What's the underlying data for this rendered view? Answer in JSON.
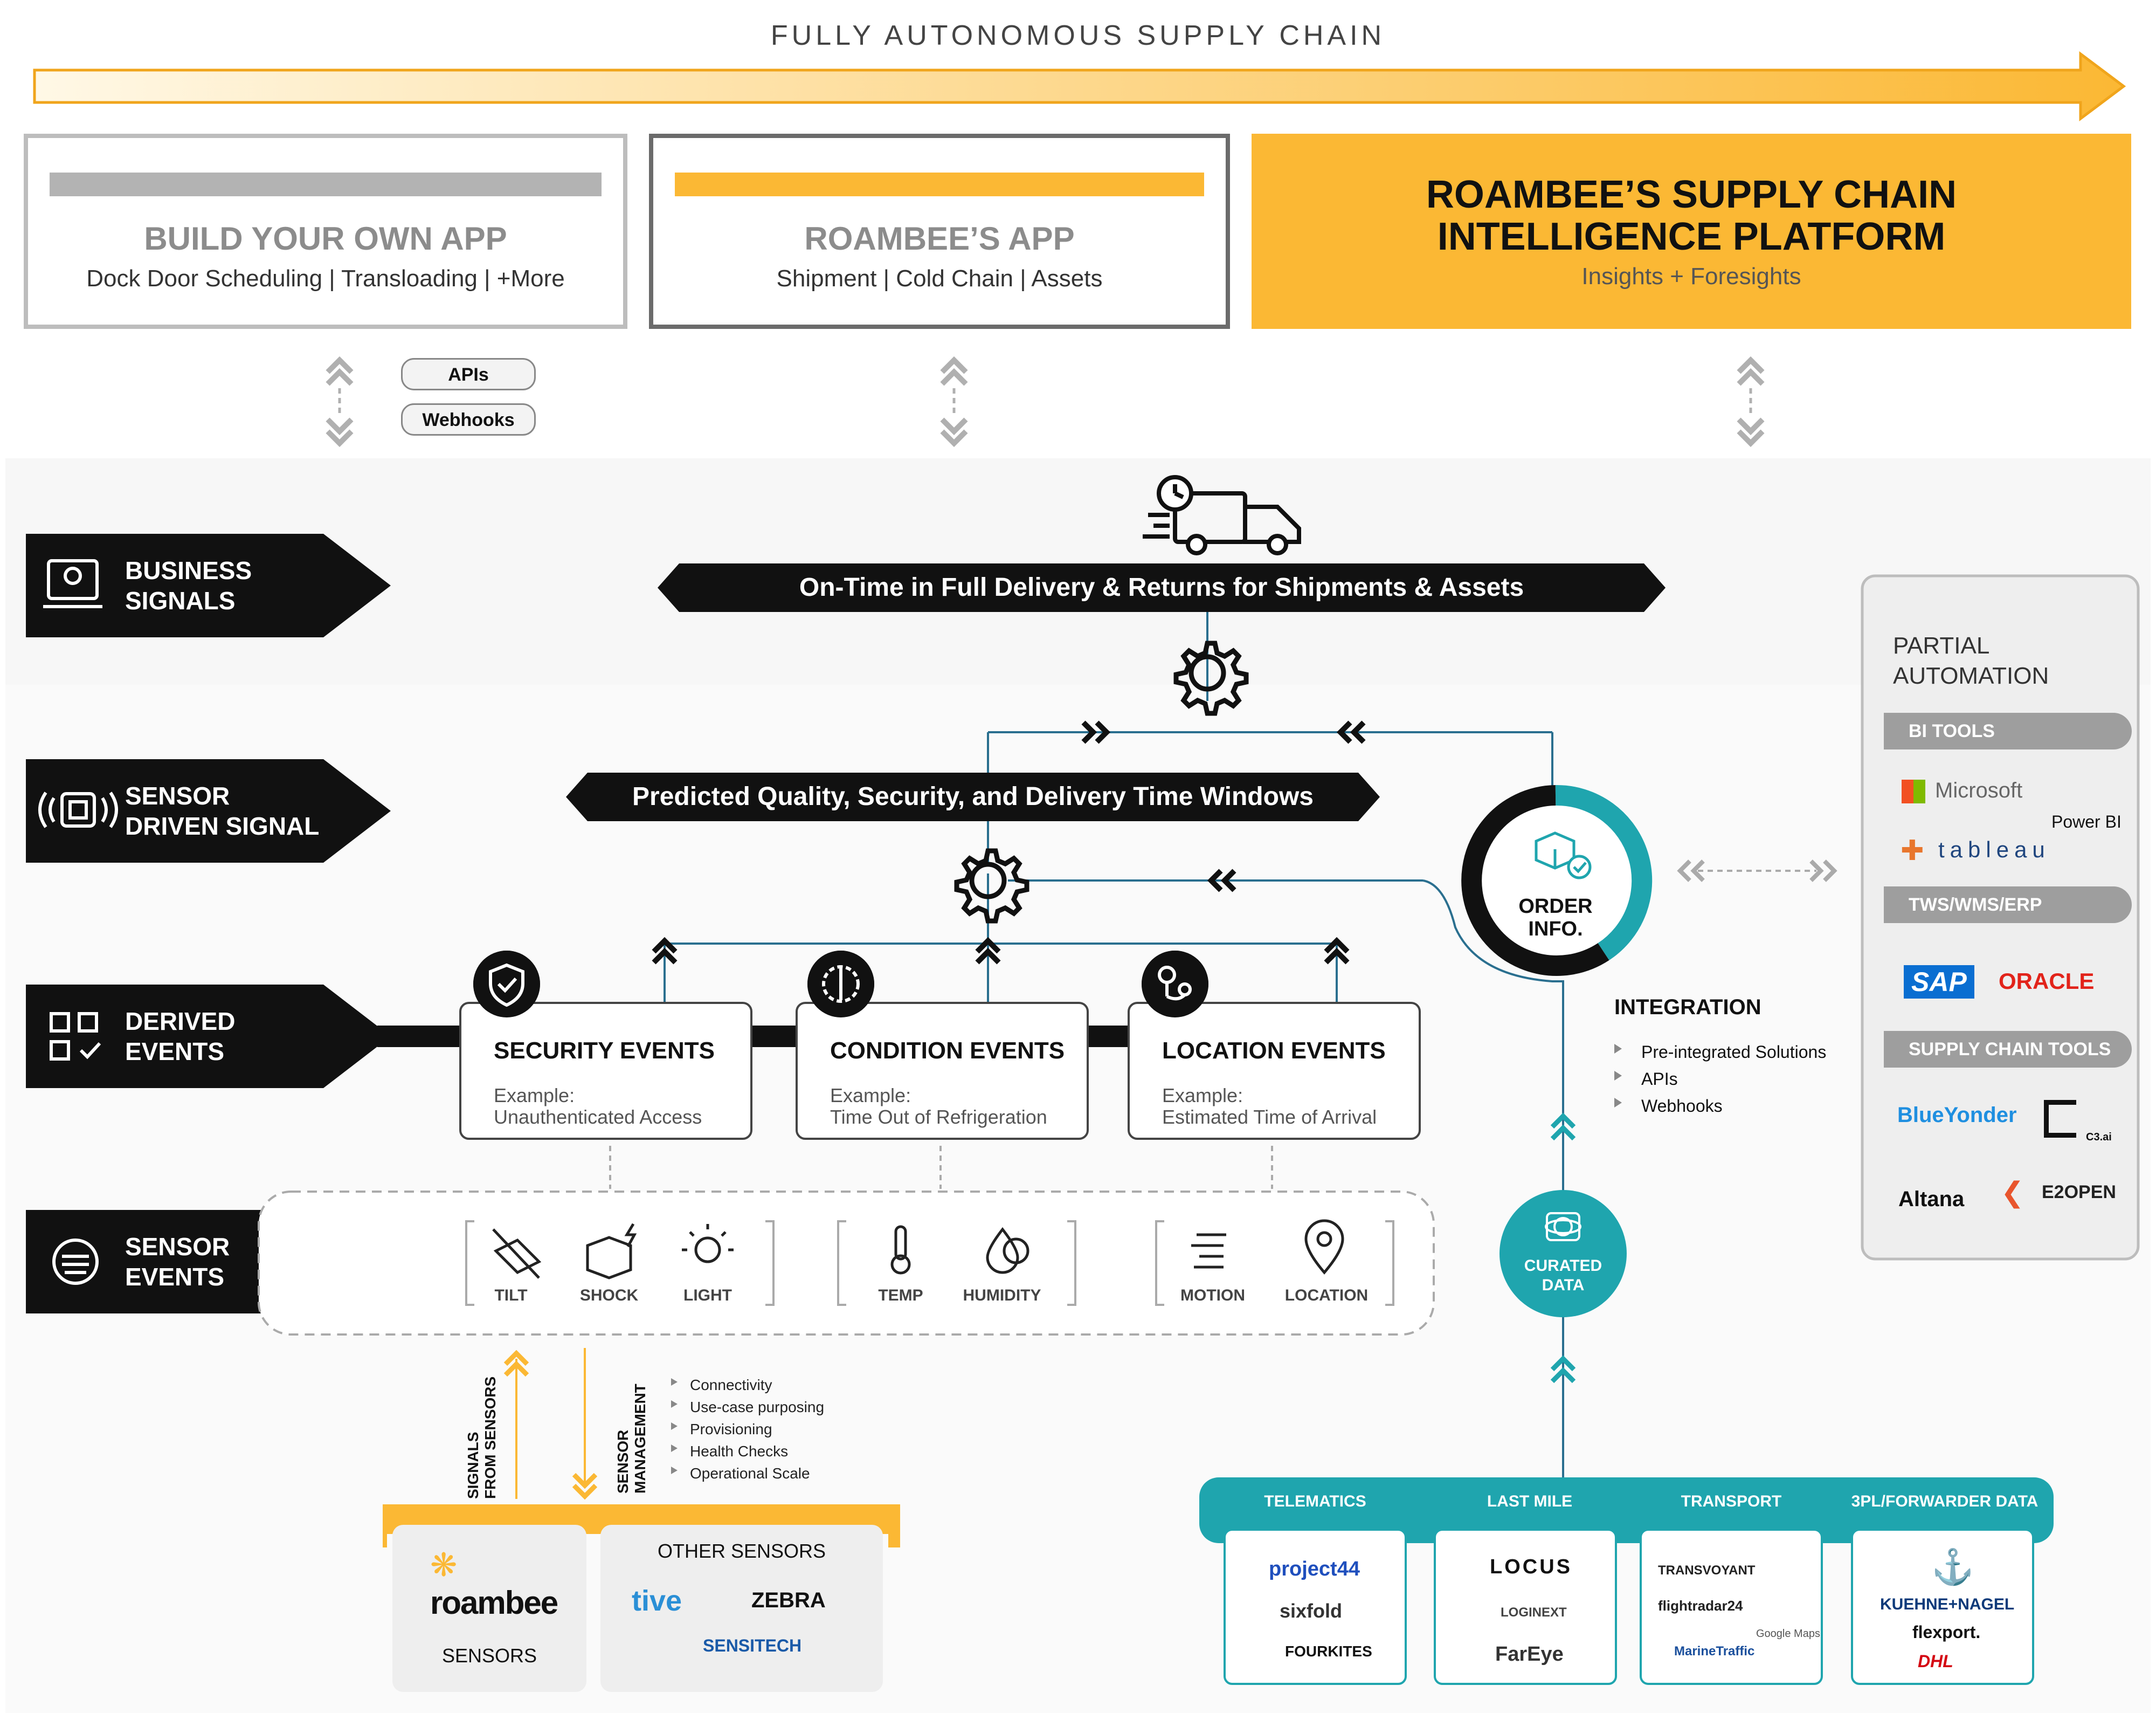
{
  "header": {
    "title": "FULLY AUTONOMOUS SUPPLY CHAIN"
  },
  "top_cards": [
    {
      "title": "BUILD YOUR OWN APP",
      "subtitle": "Dock Door Scheduling | Transloading | +More"
    },
    {
      "title": "ROAMBEE’S APP",
      "subtitle": "Shipment | Cold Chain | Assets"
    },
    {
      "title_line1": "ROAMBEE’S SUPPLY CHAIN",
      "title_line2": "INTELLIGENCE PLATFORM",
      "subtitle": "Insights + Foresights"
    }
  ],
  "connectors": {
    "apis": "APIs",
    "webhooks": "Webhooks"
  },
  "left_tabs": [
    {
      "line1": "BUSINESS",
      "line2": "SIGNALS"
    },
    {
      "line1": "SENSOR",
      "line2": "DRIVEN SIGNAL"
    },
    {
      "line1": "DERIVED",
      "line2": "EVENTS"
    },
    {
      "line1": "SENSOR",
      "line2": "EVENTS"
    }
  ],
  "bands": {
    "business": "On-Time in Full Delivery & Returns for Shipments & Assets",
    "predicted": "Predicted Quality, Security, and Delivery Time Windows"
  },
  "order_info": {
    "line1": "ORDER",
    "line2": "INFO."
  },
  "integration": {
    "title": "INTEGRATION",
    "items": [
      "Pre-integrated Solutions",
      "APIs",
      "Webhooks"
    ]
  },
  "derived_events": [
    {
      "title": "SECURITY EVENTS",
      "example_label": "Example:",
      "example": "Unauthenticated Access"
    },
    {
      "title": "CONDITION EVENTS",
      "example_label": "Example:",
      "example": "Time Out of Refrigeration"
    },
    {
      "title": "LOCATION EVENTS",
      "example_label": "Example:",
      "example": "Estimated Time of Arrival"
    }
  ],
  "sensor_events": [
    "TILT",
    "SHOCK",
    "LIGHT",
    "TEMP",
    "HUMIDITY",
    "MOTION",
    "LOCATION"
  ],
  "curated": {
    "line1": "CURATED",
    "line2": "DATA"
  },
  "signals_label": {
    "line1": "SIGNALS",
    "line2": "FROM SENSORS"
  },
  "mgmt_label": {
    "line1": "SENSOR",
    "line2": "MANAGEMENT"
  },
  "mgmt_items": [
    "Connectivity",
    "Use-case purposing",
    "Provisioning",
    "Health Checks",
    "Operational Scale"
  ],
  "sensors": {
    "roambee_logo": "roambee",
    "roambee_label": "SENSORS",
    "other_title": "OTHER SENSORS",
    "other_logos": [
      "tive",
      "ZEBRA",
      "SENSITECH"
    ]
  },
  "data_sources": [
    {
      "title": "TELEMATICS",
      "logos": [
        "project44",
        "sixfold",
        "FOURKITES"
      ]
    },
    {
      "title": "LAST MILE",
      "logos": [
        "LOCUS",
        "LOGINEXT",
        "FarEye"
      ]
    },
    {
      "title": "TRANSPORT",
      "logos": [
        "TRANSVOYANT",
        "flightradar24",
        "Google Maps",
        "MarineTraffic"
      ]
    },
    {
      "title": "3PL/FORWARDER DATA",
      "logos": [
        "KUEHNE+NAGEL",
        "flexport.",
        "DHL"
      ]
    }
  ],
  "partial_automation": {
    "title_line1": "PARTIAL",
    "title_line2": "AUTOMATION",
    "groups": [
      {
        "name": "BI TOOLS",
        "logos": [
          "Microsoft",
          "Power BI",
          "tableau"
        ]
      },
      {
        "name": "TWS/WMS/ERP",
        "logos": [
          "SAP",
          "ORACLE"
        ]
      },
      {
        "name": "SUPPLY CHAIN TOOLS",
        "logos": [
          "BlueYonder",
          "C3.ai",
          "Altana",
          "E2OPEN"
        ]
      }
    ]
  },
  "colors": {
    "accent": "#fbb834",
    "teal": "#1fa5ae",
    "dark": "#111111",
    "gray": "#9e9e9e"
  }
}
